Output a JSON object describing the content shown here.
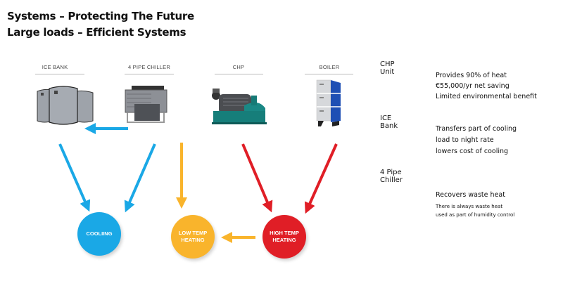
{
  "titles": {
    "line1": "Systems – Protecting The Future",
    "line2": "Large loads – Efficient Systems"
  },
  "equipment": [
    {
      "label": "ICE BANK",
      "icon": "ice-bank-tanks-icon"
    },
    {
      "label": "4 PIPE CHILLER",
      "icon": "chiller-unit-icon"
    },
    {
      "label": "CHP",
      "icon": "chp-engine-icon"
    },
    {
      "label": "BOILER",
      "icon": "boiler-cabinet-icon"
    }
  ],
  "outputs": [
    {
      "label_line1": "COOLIING",
      "label_line2": "",
      "color": "#1aa8e6"
    },
    {
      "label_line1": "LOW TEMP",
      "label_line2": "HEATING",
      "color": "#f9b42c"
    },
    {
      "label_line1": "HIGH TEMP",
      "label_line2": "HEATING",
      "color": "#e01e26"
    }
  ],
  "colors": {
    "cooling": "#1aa8e6",
    "low_temp": "#f9b42c",
    "high_temp": "#e01e26"
  },
  "notes": [
    {
      "heading": "CHP Unit",
      "lines": [
        "Provides 90% of heat",
        "€55,000/yr net saving",
        "Limited environmental benefit"
      ],
      "small": []
    },
    {
      "heading": "ICE Bank",
      "lines": [
        "Transfers part of cooling",
        "load to night rate",
        "lowers cost of cooling"
      ],
      "small": []
    },
    {
      "heading": "4 Pipe Chiller",
      "lines": [
        "Recovers waste heat"
      ],
      "small": [
        "There is always waste  heat",
        "used as part of humidity control"
      ]
    }
  ]
}
